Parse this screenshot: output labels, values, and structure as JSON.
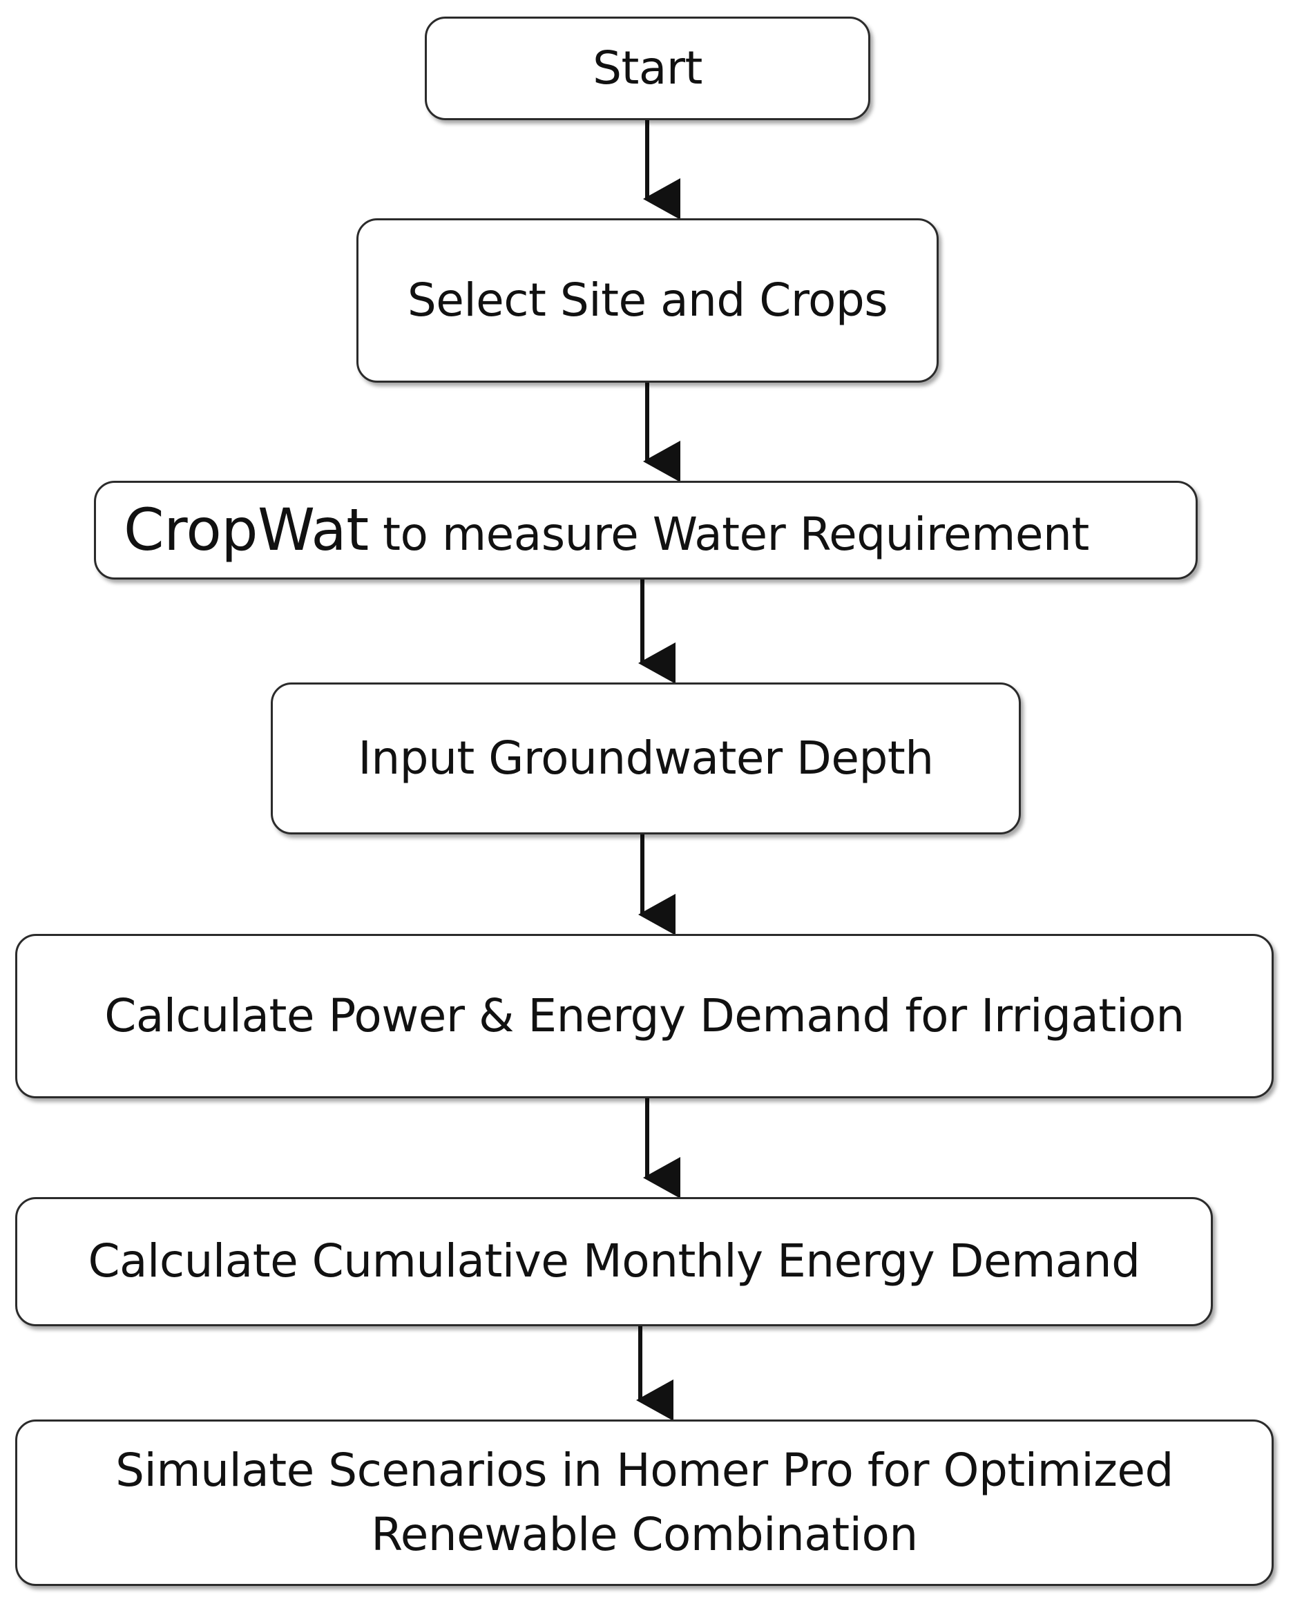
{
  "steps": [
    {
      "id": "start",
      "text": "Start"
    },
    {
      "id": "select-site",
      "text": "Select Site and Crops"
    },
    {
      "id": "cropwat",
      "text_prefix": "CropWat",
      "text_suffix": " to measure Water Requirement"
    },
    {
      "id": "groundwater",
      "text": "Input Groundwater Depth"
    },
    {
      "id": "power-energy",
      "text": "Calculate Power & Energy Demand for Irrigation"
    },
    {
      "id": "cumulative",
      "text": "Calculate Cumulative Monthly Energy Demand"
    },
    {
      "id": "simulate",
      "line1": "Simulate Scenarios in Homer Pro for Optimized",
      "line2": "Renewable Combination"
    }
  ],
  "colors": {
    "stroke": "#2b2b2b",
    "background": "#ffffff",
    "text": "#111111"
  }
}
